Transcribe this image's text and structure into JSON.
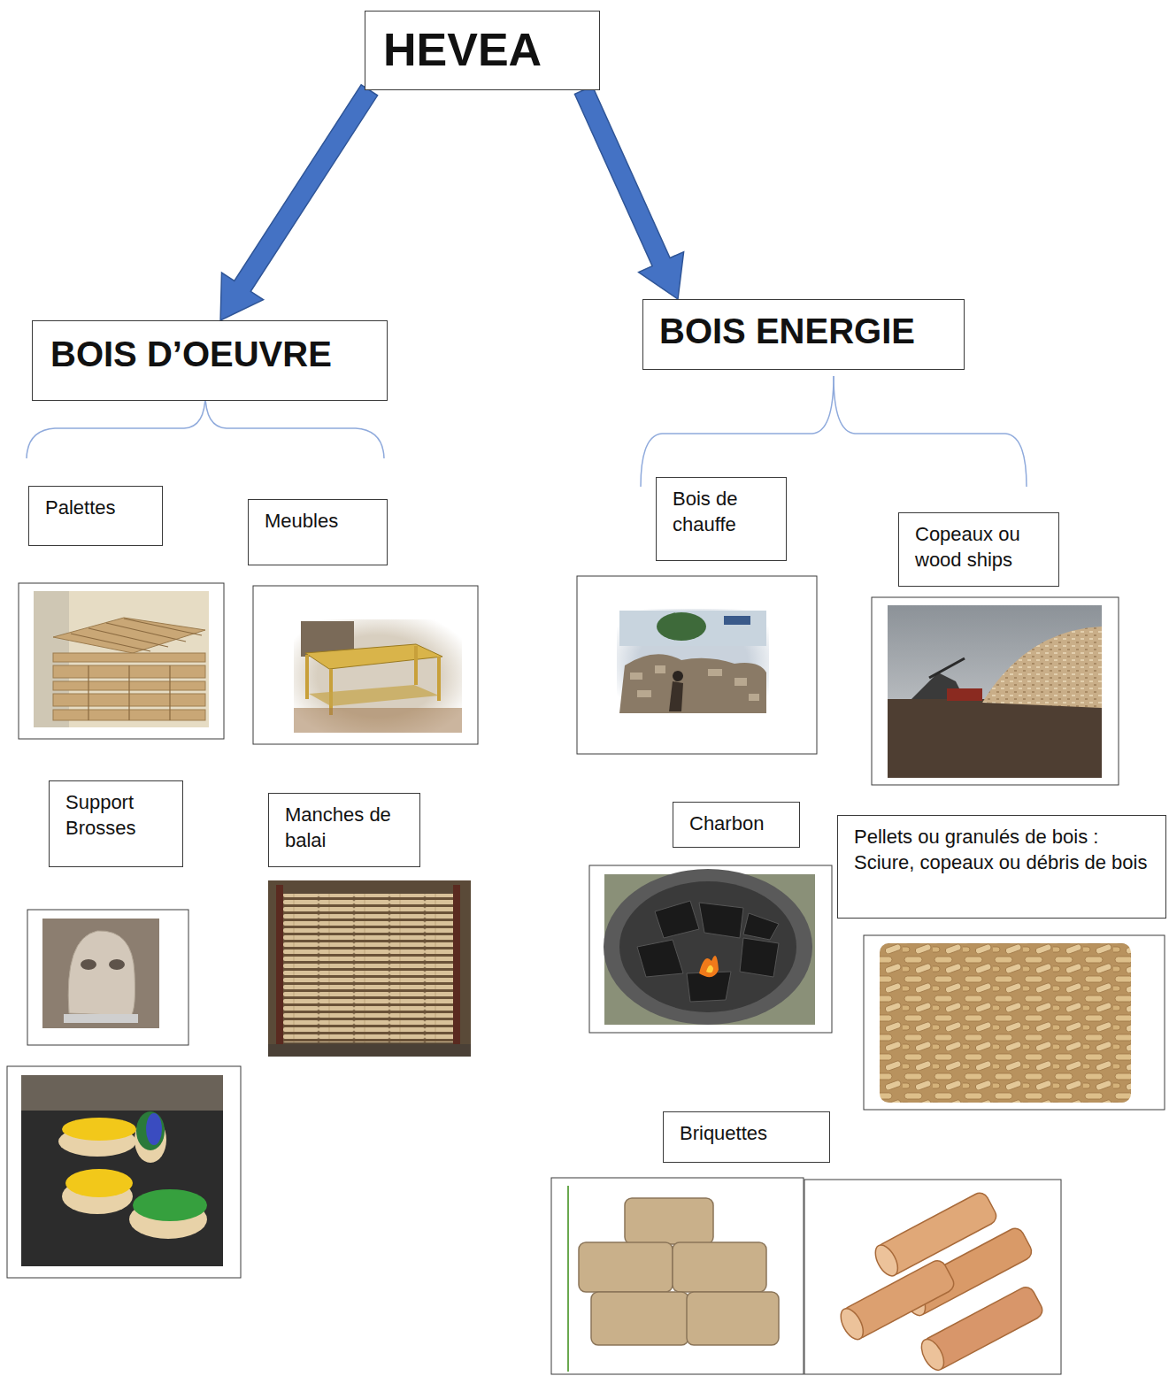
{
  "diagram": {
    "nodes": [
      {
        "text": [
          "HEVEA"
        ]
      },
      {
        "text": [
          "BOIS D’OEUVRE"
        ]
      },
      {
        "text": [
          "BOIS ENERGIE"
        ]
      },
      {
        "text": [
          "Palettes"
        ]
      },
      {
        "text": [
          "Meubles"
        ]
      },
      {
        "text": [
          "Support Brosses"
        ]
      },
      {
        "text": [
          "Manches de balai"
        ]
      },
      {
        "text": [
          "Bois de chauffe"
        ]
      },
      {
        "text": [
          "Copeaux ou wood ships"
        ]
      },
      {
        "text": [
          "Charbon"
        ]
      },
      {
        "text": [
          "Pellets ou granulés de bois : Sciure, copeaux ou débris de bois"
        ]
      },
      {
        "text": [
          "Briquettes"
        ]
      }
    ],
    "edges": [
      {
        "from": 0,
        "to": 1,
        "arrow": "to"
      },
      {
        "from": 0,
        "to": 2,
        "arrow": "to"
      }
    ]
  }
}
